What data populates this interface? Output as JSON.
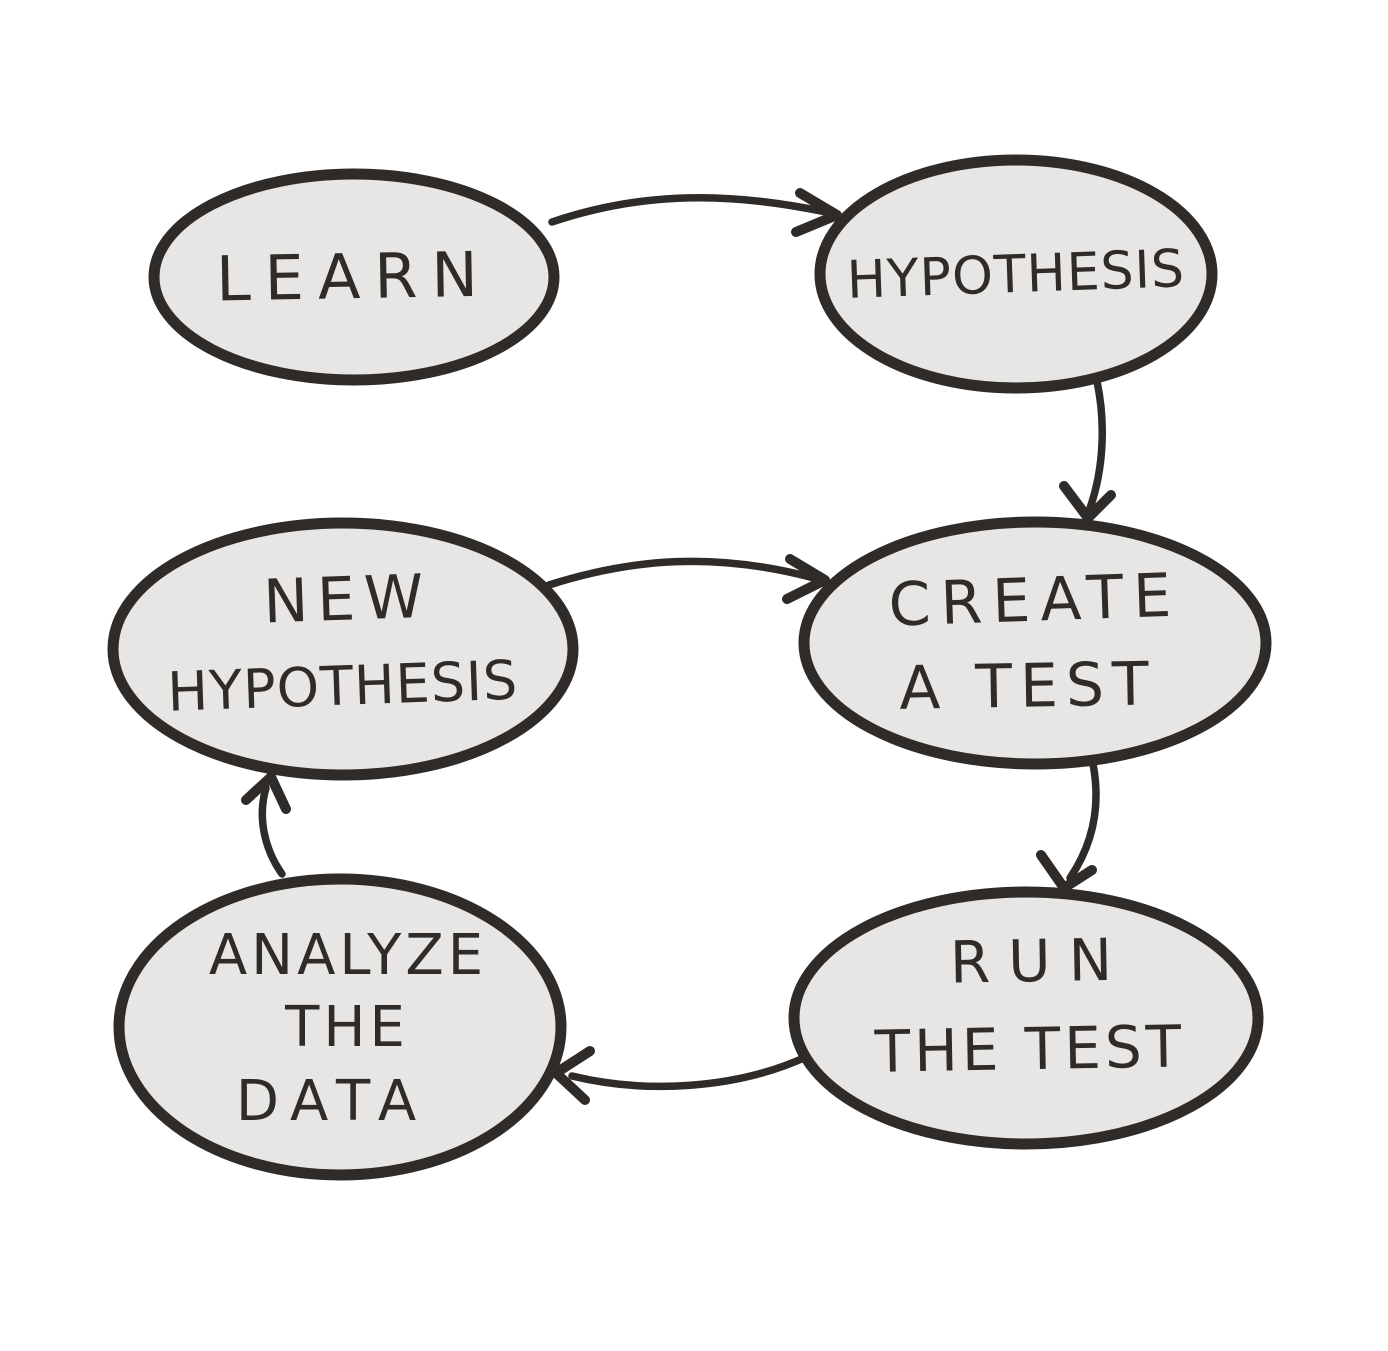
{
  "diagram": {
    "colors": {
      "background": "#ffffff",
      "node_fill": "#e7e6e4",
      "ink": "#2e2b28"
    },
    "nodes": {
      "learn": {
        "lines": [
          "LEARN"
        ]
      },
      "hypothesis": {
        "lines": [
          "HYPOTHESIS"
        ]
      },
      "new_hypothesis": {
        "lines": [
          "NEW",
          "HYPOTHESIS"
        ]
      },
      "create_a_test": {
        "lines": [
          "CREATE",
          "A TEST"
        ]
      },
      "run_the_test": {
        "lines": [
          "RUN",
          "THE TEST"
        ]
      },
      "analyze_the_data": {
        "lines": [
          "ANALYZE",
          "THE",
          "DATA"
        ]
      }
    },
    "edges": [
      {
        "from": "LEARN",
        "to": "HYPOTHESIS"
      },
      {
        "from": "HYPOTHESIS",
        "to": "CREATE A TEST"
      },
      {
        "from": "NEW HYPOTHESIS",
        "to": "CREATE A TEST"
      },
      {
        "from": "CREATE A TEST",
        "to": "RUN THE TEST"
      },
      {
        "from": "RUN THE TEST",
        "to": "ANALYZE THE DATA"
      },
      {
        "from": "ANALYZE THE DATA",
        "to": "NEW HYPOTHESIS"
      }
    ]
  }
}
